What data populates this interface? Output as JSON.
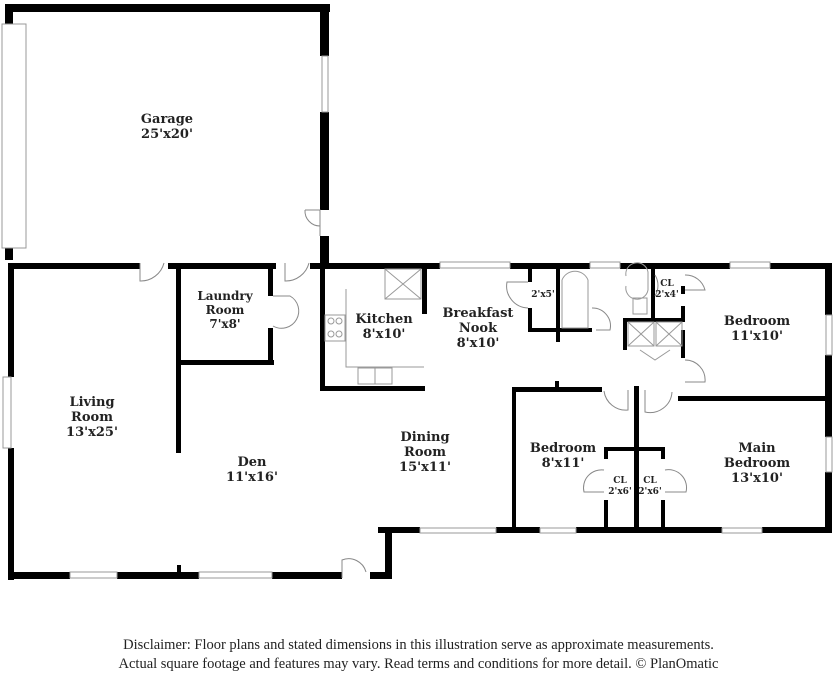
{
  "rooms": {
    "garage": {
      "name": "Garage",
      "size": "25'x20'"
    },
    "laundry": {
      "name1": "Laundry",
      "name2": "Room",
      "size": "7'x8'"
    },
    "kitchen": {
      "name": "Kitchen",
      "size": "8'x10'"
    },
    "breakfast_nook": {
      "name1": "Breakfast",
      "name2": "Nook",
      "size": "8'x10'"
    },
    "pantry": {
      "size": "2'x5'"
    },
    "closet_hall": {
      "name": "CL",
      "size": "2'x4'"
    },
    "bedroom_ne": {
      "name": "Bedroom",
      "size": "11'x10'"
    },
    "living_room": {
      "name1": "Living",
      "name2": "Room",
      "size": "13'x25'"
    },
    "den": {
      "name": "Den",
      "size": "11'x16'"
    },
    "dining_room": {
      "name1": "Dining",
      "name2": "Room",
      "size": "15'x11'"
    },
    "bedroom_s": {
      "name": "Bedroom",
      "size": "8'x11'"
    },
    "closet_bed": {
      "name": "CL",
      "size": "2'x6'"
    },
    "closet_main": {
      "name": "CL",
      "size": "2'x6'"
    },
    "main_bedroom": {
      "name1": "Main",
      "name2": "Bedroom",
      "size": "13'x10'"
    }
  },
  "disclaimer": {
    "line1": "Disclaimer: Floor plans and stated dimensions in this illustration serve as approximate measurements.",
    "line2": "Actual square footage and features may vary. Read terms and conditions for more detail. © PlanOmatic"
  },
  "colors": {
    "wall": "#000000",
    "window": "#cfcfcf",
    "fixture": "#9a9a9a",
    "background": "#ffffff"
  }
}
